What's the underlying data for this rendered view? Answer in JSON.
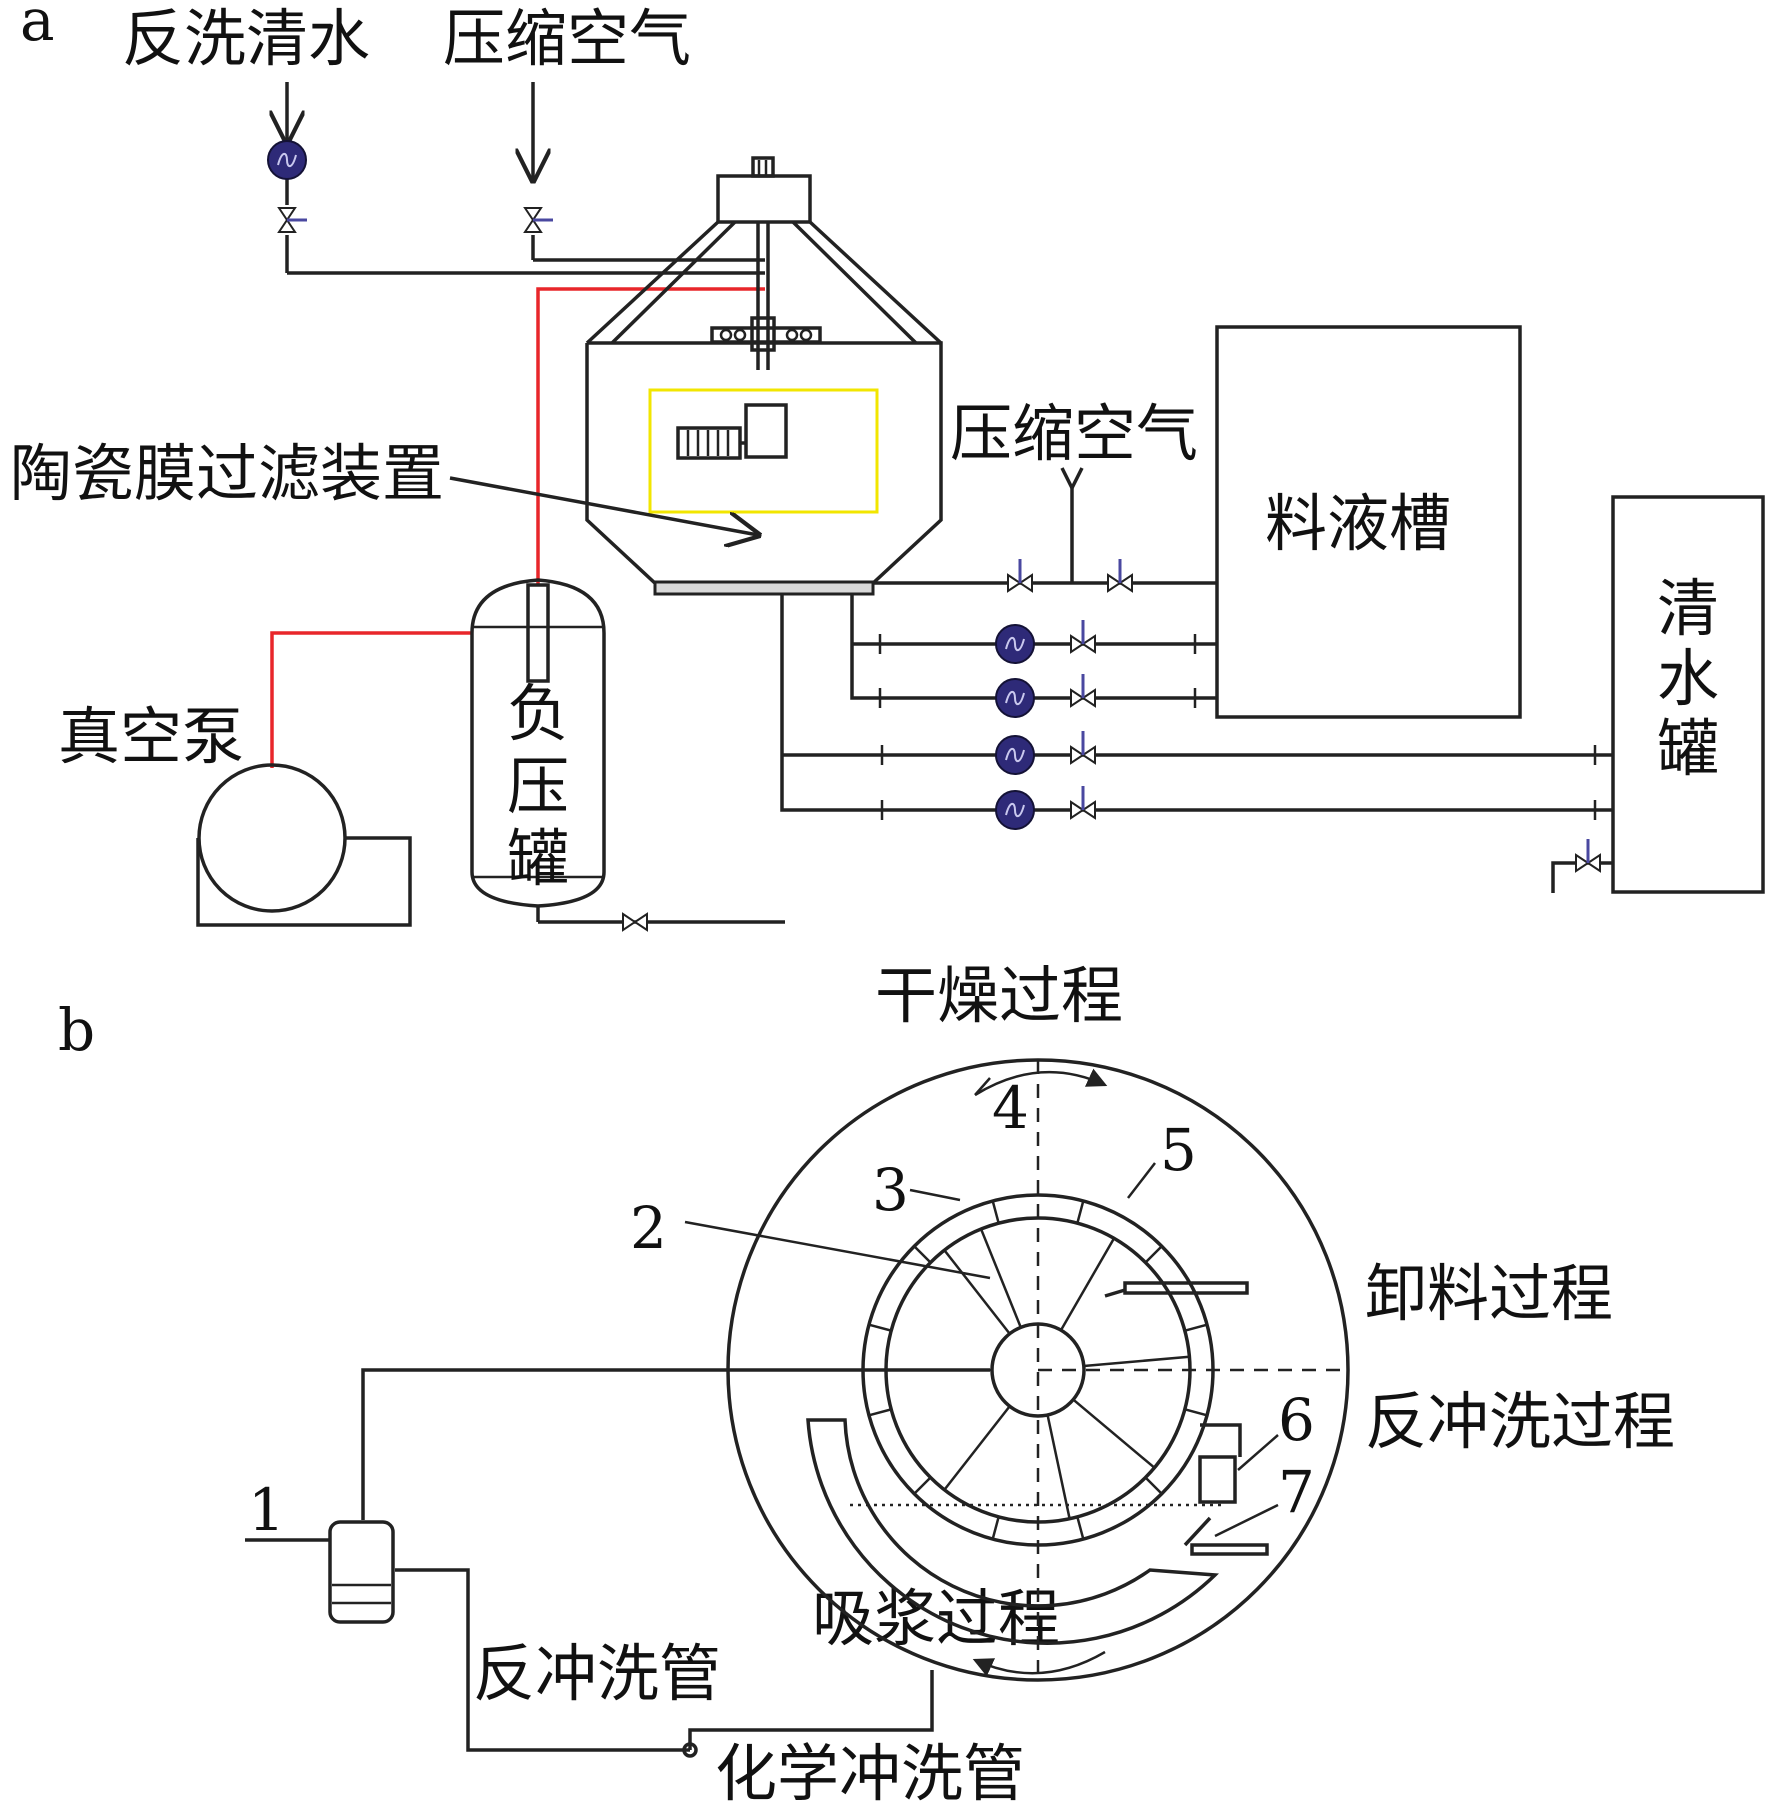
{
  "part_a": {
    "letter": "a",
    "backwash_water": "反洗清水",
    "compressed_air_top": "压缩空气",
    "filter_device": "陶瓷膜过滤装置",
    "compressed_air_side": "压缩空气",
    "slurry_tank": "料液槽",
    "clean_water_tank": "清水罐",
    "vacuum_pump": "真空泵",
    "negative_pressure_tank": "负压罐"
  },
  "part_b": {
    "letter": "b",
    "drying": "干燥过程",
    "unloading": "卸料过程",
    "backflush": "反冲洗过程",
    "slurry_suction": "吸浆过程",
    "backflush_pipe": "反冲洗管",
    "chemical_pipe": "化学冲洗管",
    "numbers": [
      "1",
      "2",
      "3",
      "4",
      "5",
      "6",
      "7"
    ]
  },
  "colors": {
    "line": "#222222",
    "vacuum_line": "#e8262a",
    "pump_fill": "#2e2a78",
    "highlight_box": "#f2e600"
  }
}
